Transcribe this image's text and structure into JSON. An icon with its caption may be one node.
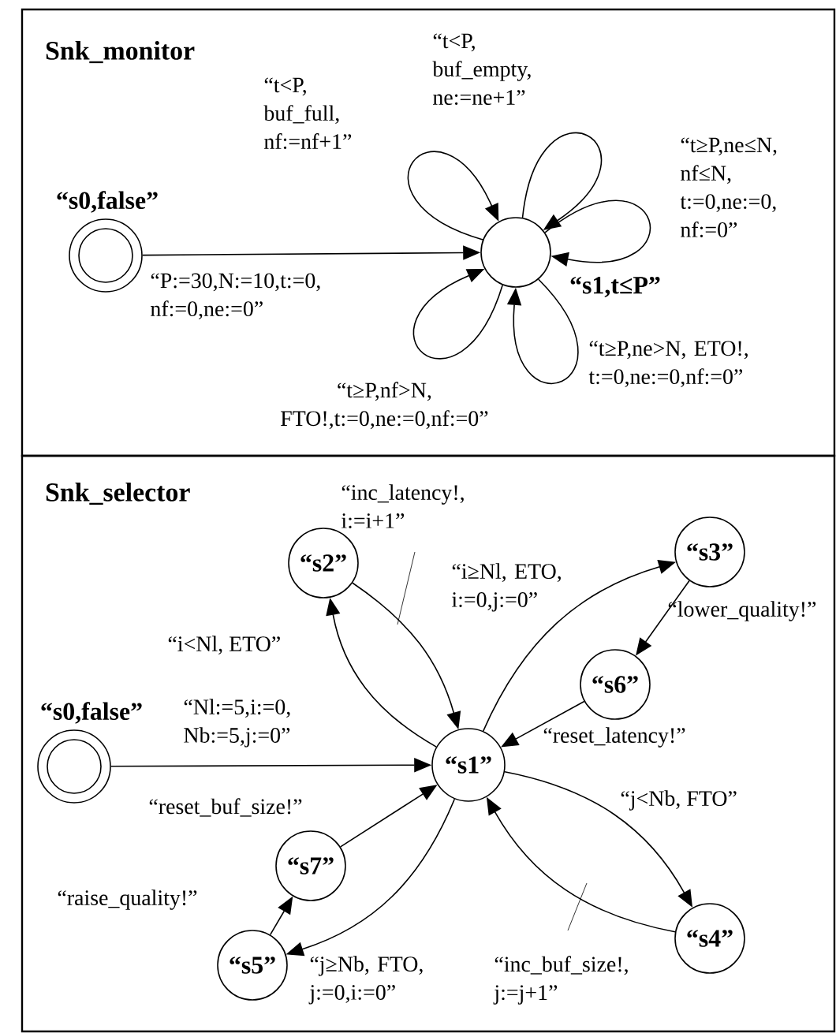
{
  "diagram": {
    "nodes": [
      {
        "text": [
          "Snk_monitor"
        ]
      },
      {
        "text": [
          "“s0,false”"
        ],
        "in": 0
      },
      {
        "text": [
          "“s1,t≤P”"
        ],
        "in": 0
      },
      {
        "text": [
          "Snk_selector"
        ]
      },
      {
        "text": [
          "“s0,false”"
        ],
        "in": 3
      },
      {
        "text": [
          "“s1”"
        ],
        "in": 3
      },
      {
        "text": [
          "“s2”"
        ],
        "in": 3
      },
      {
        "text": [
          "“s3”"
        ],
        "in": 3
      },
      {
        "text": [
          "“s6”"
        ],
        "in": 3
      },
      {
        "text": [
          "“s7”"
        ],
        "in": 3
      },
      {
        "text": [
          "“s5”"
        ],
        "in": 3
      },
      {
        "text": [
          "“s4”"
        ],
        "in": 3
      }
    ],
    "edges": [
      {
        "from": 1,
        "to": 2,
        "arrow": "to",
        "label": "“P:=30,N:=10,t:=0, nf:=0,ne:=0”"
      },
      {
        "from": 2,
        "to": 2,
        "arrow": "to",
        "label": "“t<P, buf_full, nf:=nf+1”"
      },
      {
        "from": 2,
        "to": 2,
        "arrow": "to",
        "label": "“t<P, buf_empty, ne:=ne+1”"
      },
      {
        "from": 2,
        "to": 2,
        "arrow": "to",
        "label": "“t≥P,ne≤N, nf≤N, t:=0,ne:=0, nf:=0”"
      },
      {
        "from": 2,
        "to": 2,
        "arrow": "to",
        "label": "“t≥P,ne>N, ETO!, t:=0,ne:=0,nf:=0”"
      },
      {
        "from": 2,
        "to": 2,
        "arrow": "to",
        "label": "“t≥P,nf>N, FTO!,t:=0,ne:=0,nf:=0”"
      },
      {
        "from": 4,
        "to": 5,
        "arrow": "to",
        "label": "“Nl:=5,i:=0, Nb:=5,j:=0”"
      },
      {
        "from": 5,
        "to": 6,
        "arrow": "to",
        "label": "“i<Nl, ETO”"
      },
      {
        "from": 6,
        "to": 5,
        "arrow": "to",
        "label": "“inc_latency!, i:=i+1”"
      },
      {
        "from": 5,
        "to": 7,
        "arrow": "to",
        "label": "“i≥Nl, ETO, i:=0,j:=0”"
      },
      {
        "from": 7,
        "to": 8,
        "arrow": "to",
        "label": "“lower_quality!”"
      },
      {
        "from": 8,
        "to": 5,
        "arrow": "to",
        "label": "“reset_latency!”"
      },
      {
        "from": 5,
        "to": 11,
        "arrow": "to",
        "label": "“j<Nb, FTO”"
      },
      {
        "from": 11,
        "to": 5,
        "arrow": "to",
        "label": "“inc_buf_size!, j:=j+1”"
      },
      {
        "from": 5,
        "to": 10,
        "arrow": "to",
        "label": "“j≥Nb, FTO, j:=0,i:=0”"
      },
      {
        "from": 10,
        "to": 9,
        "arrow": "to",
        "label": "“raise_quality!”"
      },
      {
        "from": 9,
        "to": 5,
        "arrow": "to",
        "label": "“reset_buf_size!”"
      }
    ]
  }
}
